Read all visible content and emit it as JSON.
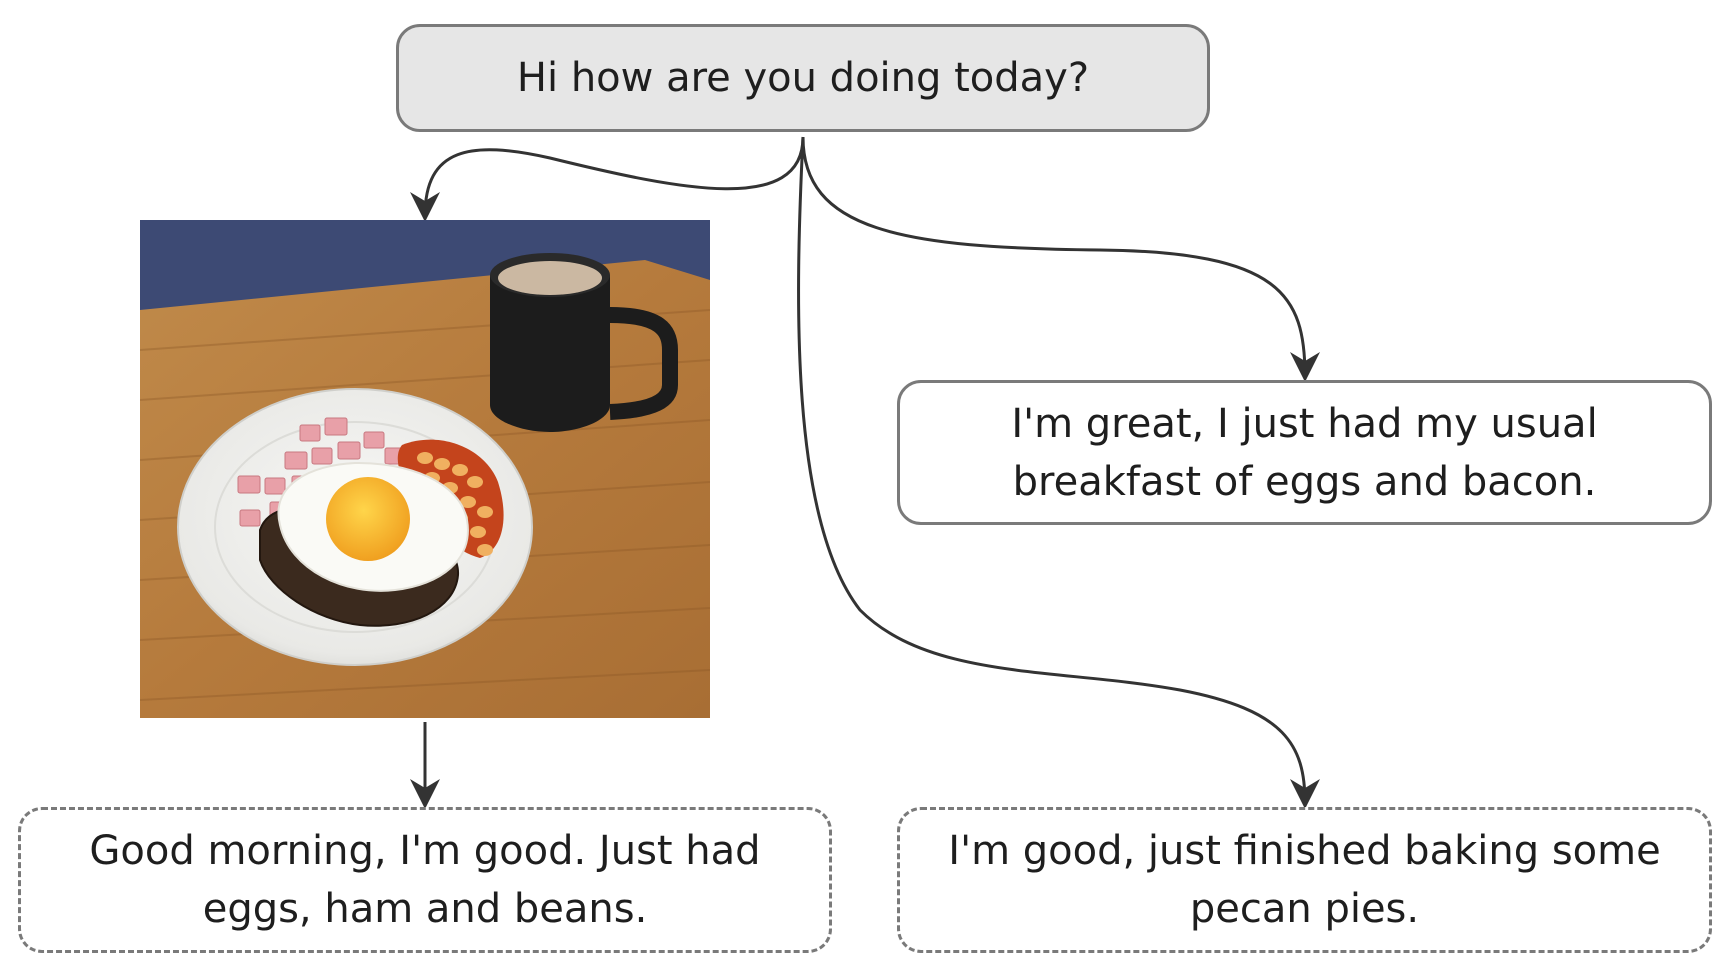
{
  "prompt": {
    "text": "Hi how are you doing today?"
  },
  "responses": [
    {
      "id": "image-grounded",
      "text": "Good morning, I'm good. Just had eggs, ham and beans.",
      "style": "dashed"
    },
    {
      "id": "plain",
      "text": "I'm great, I just had my usual breakfast of eggs and bacon.",
      "style": "solid"
    },
    {
      "id": "alternative",
      "text": "I'm good, just finished baking some pecan pies.",
      "style": "dashed"
    }
  ],
  "photo": {
    "subject": "breakfast plate with fried egg on toast, diced ham, baked beans and a black mug of coffee on a wooden board"
  },
  "colors": {
    "prompt_fill": "#e6e6e6",
    "border": "#7a7a7a",
    "arrow": "#333333",
    "text": "#1e1e1e"
  }
}
